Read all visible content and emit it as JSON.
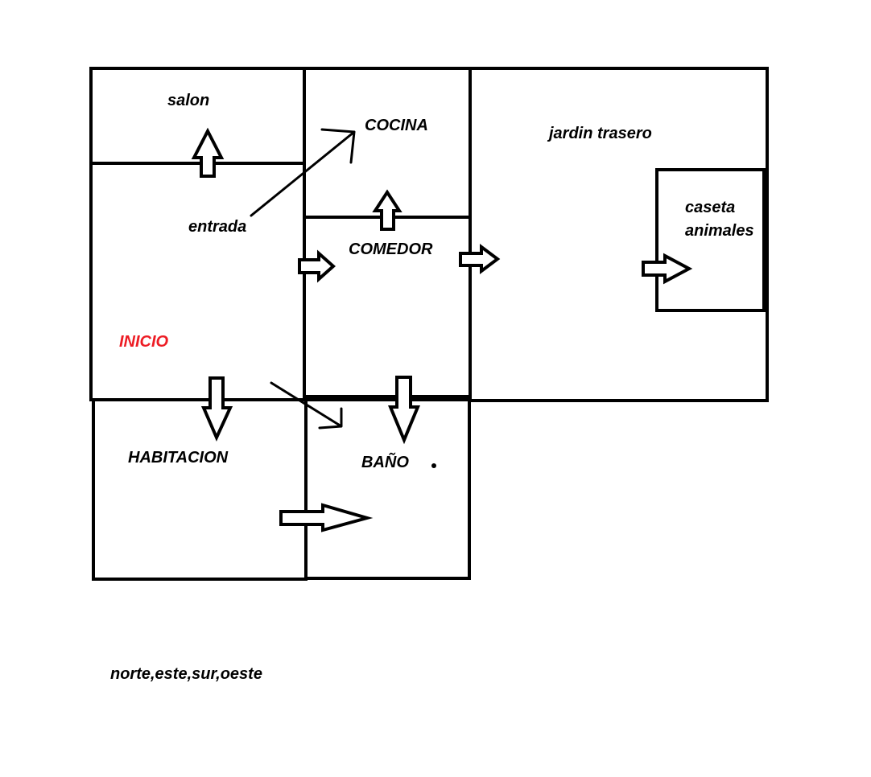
{
  "rooms": {
    "salon": "salon",
    "cocina": "COCINA",
    "jardin": "jardin trasero",
    "caseta_line1": "caseta",
    "caseta_line2": "animales",
    "entrada": "entrada",
    "comedor": "COMEDOR",
    "inicio": "INICIO",
    "habitacion": "HABITACION",
    "bano": "BAÑO"
  },
  "directions_note": "norte,este,sur,oeste",
  "colors": {
    "start_room_label": "#ed1c24",
    "walls": "#000000",
    "background": "#ffffff"
  }
}
